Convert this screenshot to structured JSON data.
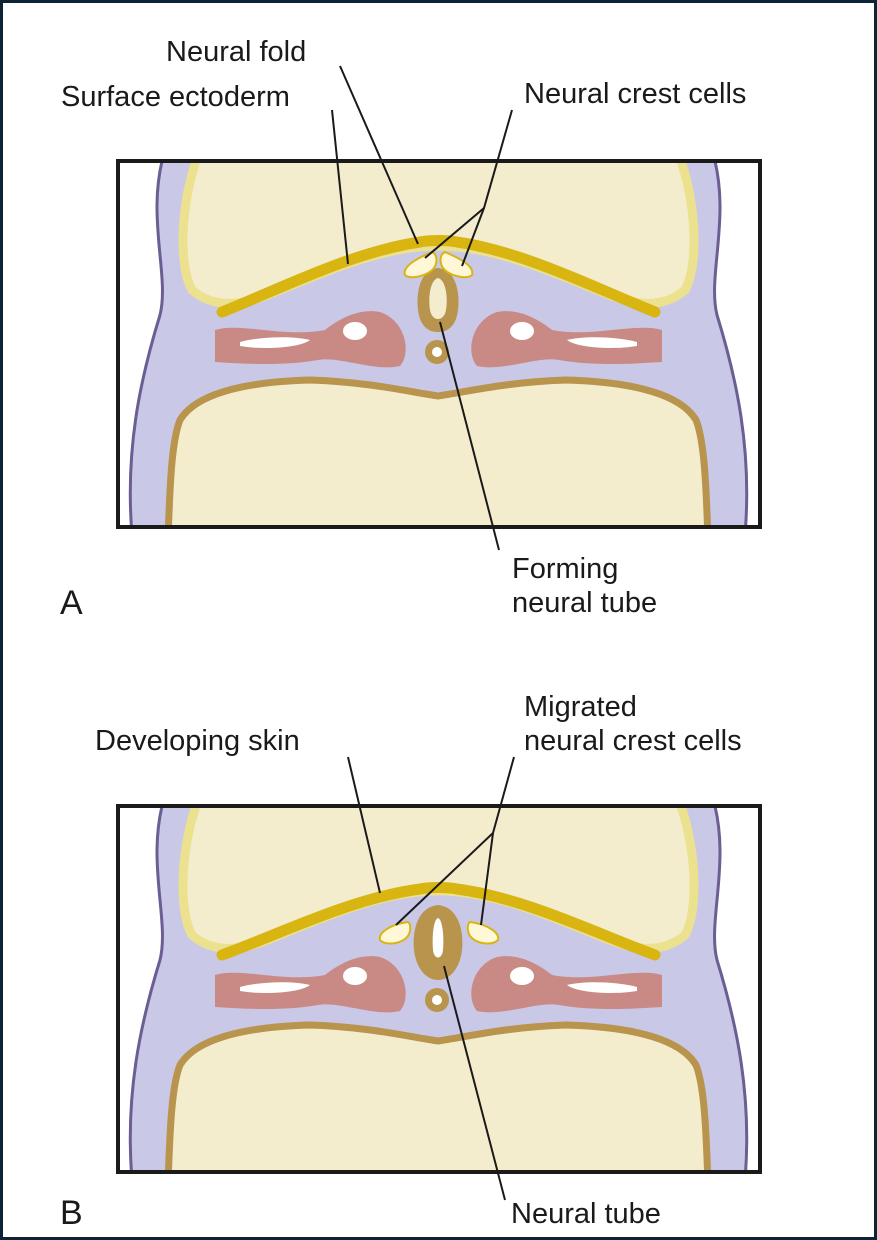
{
  "colors": {
    "mesoderm": "#c9c8e6",
    "mesoderm_outline": "#6b5e93",
    "yolk": "#f3edce",
    "yolk_rim": "#ece18f",
    "ectoderm": "#d9b512",
    "somite": "#c98a86",
    "neural_tube": "#b8944c",
    "crest_cells": "#fff8d8",
    "frame": "#1a1a1a"
  },
  "panel_a": {
    "letter": "A",
    "labels": {
      "neural_fold": "Neural fold",
      "surface_ectoderm": "Surface ectoderm",
      "neural_crest_cells": "Neural crest cells",
      "forming_neural_tube_line1": "Forming",
      "forming_neural_tube_line2": "neural tube"
    }
  },
  "panel_b": {
    "letter": "B",
    "labels": {
      "developing_skin": "Developing skin",
      "migrated_line1": "Migrated",
      "migrated_line2": "neural crest cells",
      "neural_tube": "Neural tube"
    }
  }
}
